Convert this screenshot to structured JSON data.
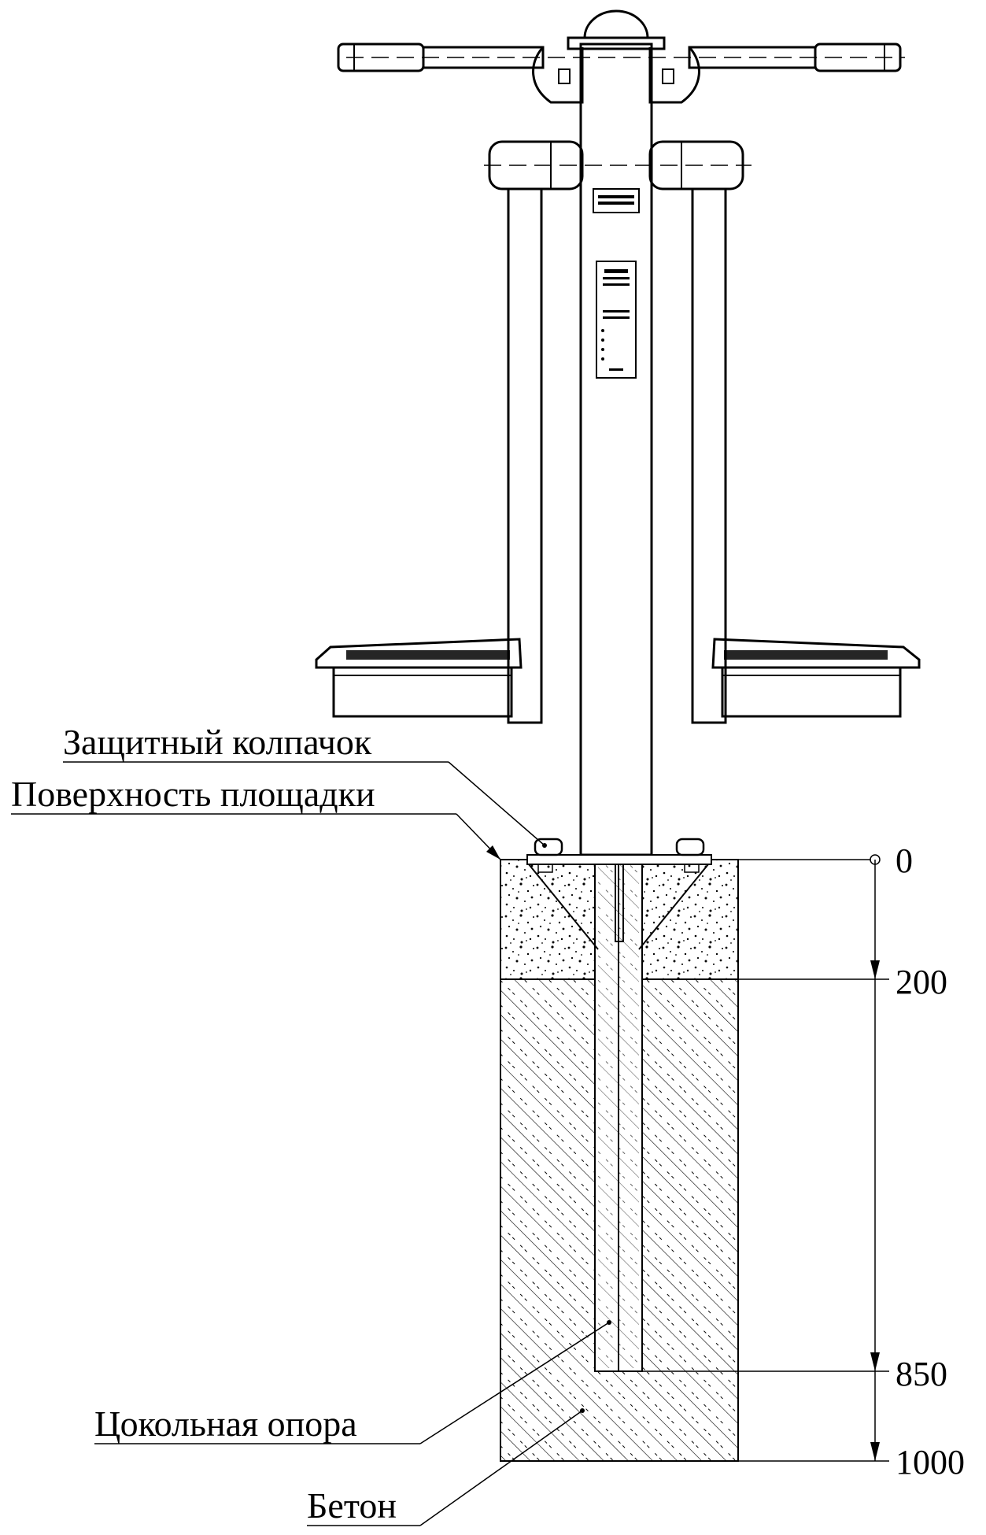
{
  "labels": {
    "protective_cap": "Защитный колпачок",
    "surface": "Поверхность площадки",
    "plinth_support": "Цокольная опора",
    "concrete": "Бетон"
  },
  "dimensions": {
    "level_0": "0",
    "level_200": "200",
    "level_850": "850",
    "level_1000": "1000"
  },
  "colors": {
    "line": "#000000",
    "background": "#ffffff"
  }
}
